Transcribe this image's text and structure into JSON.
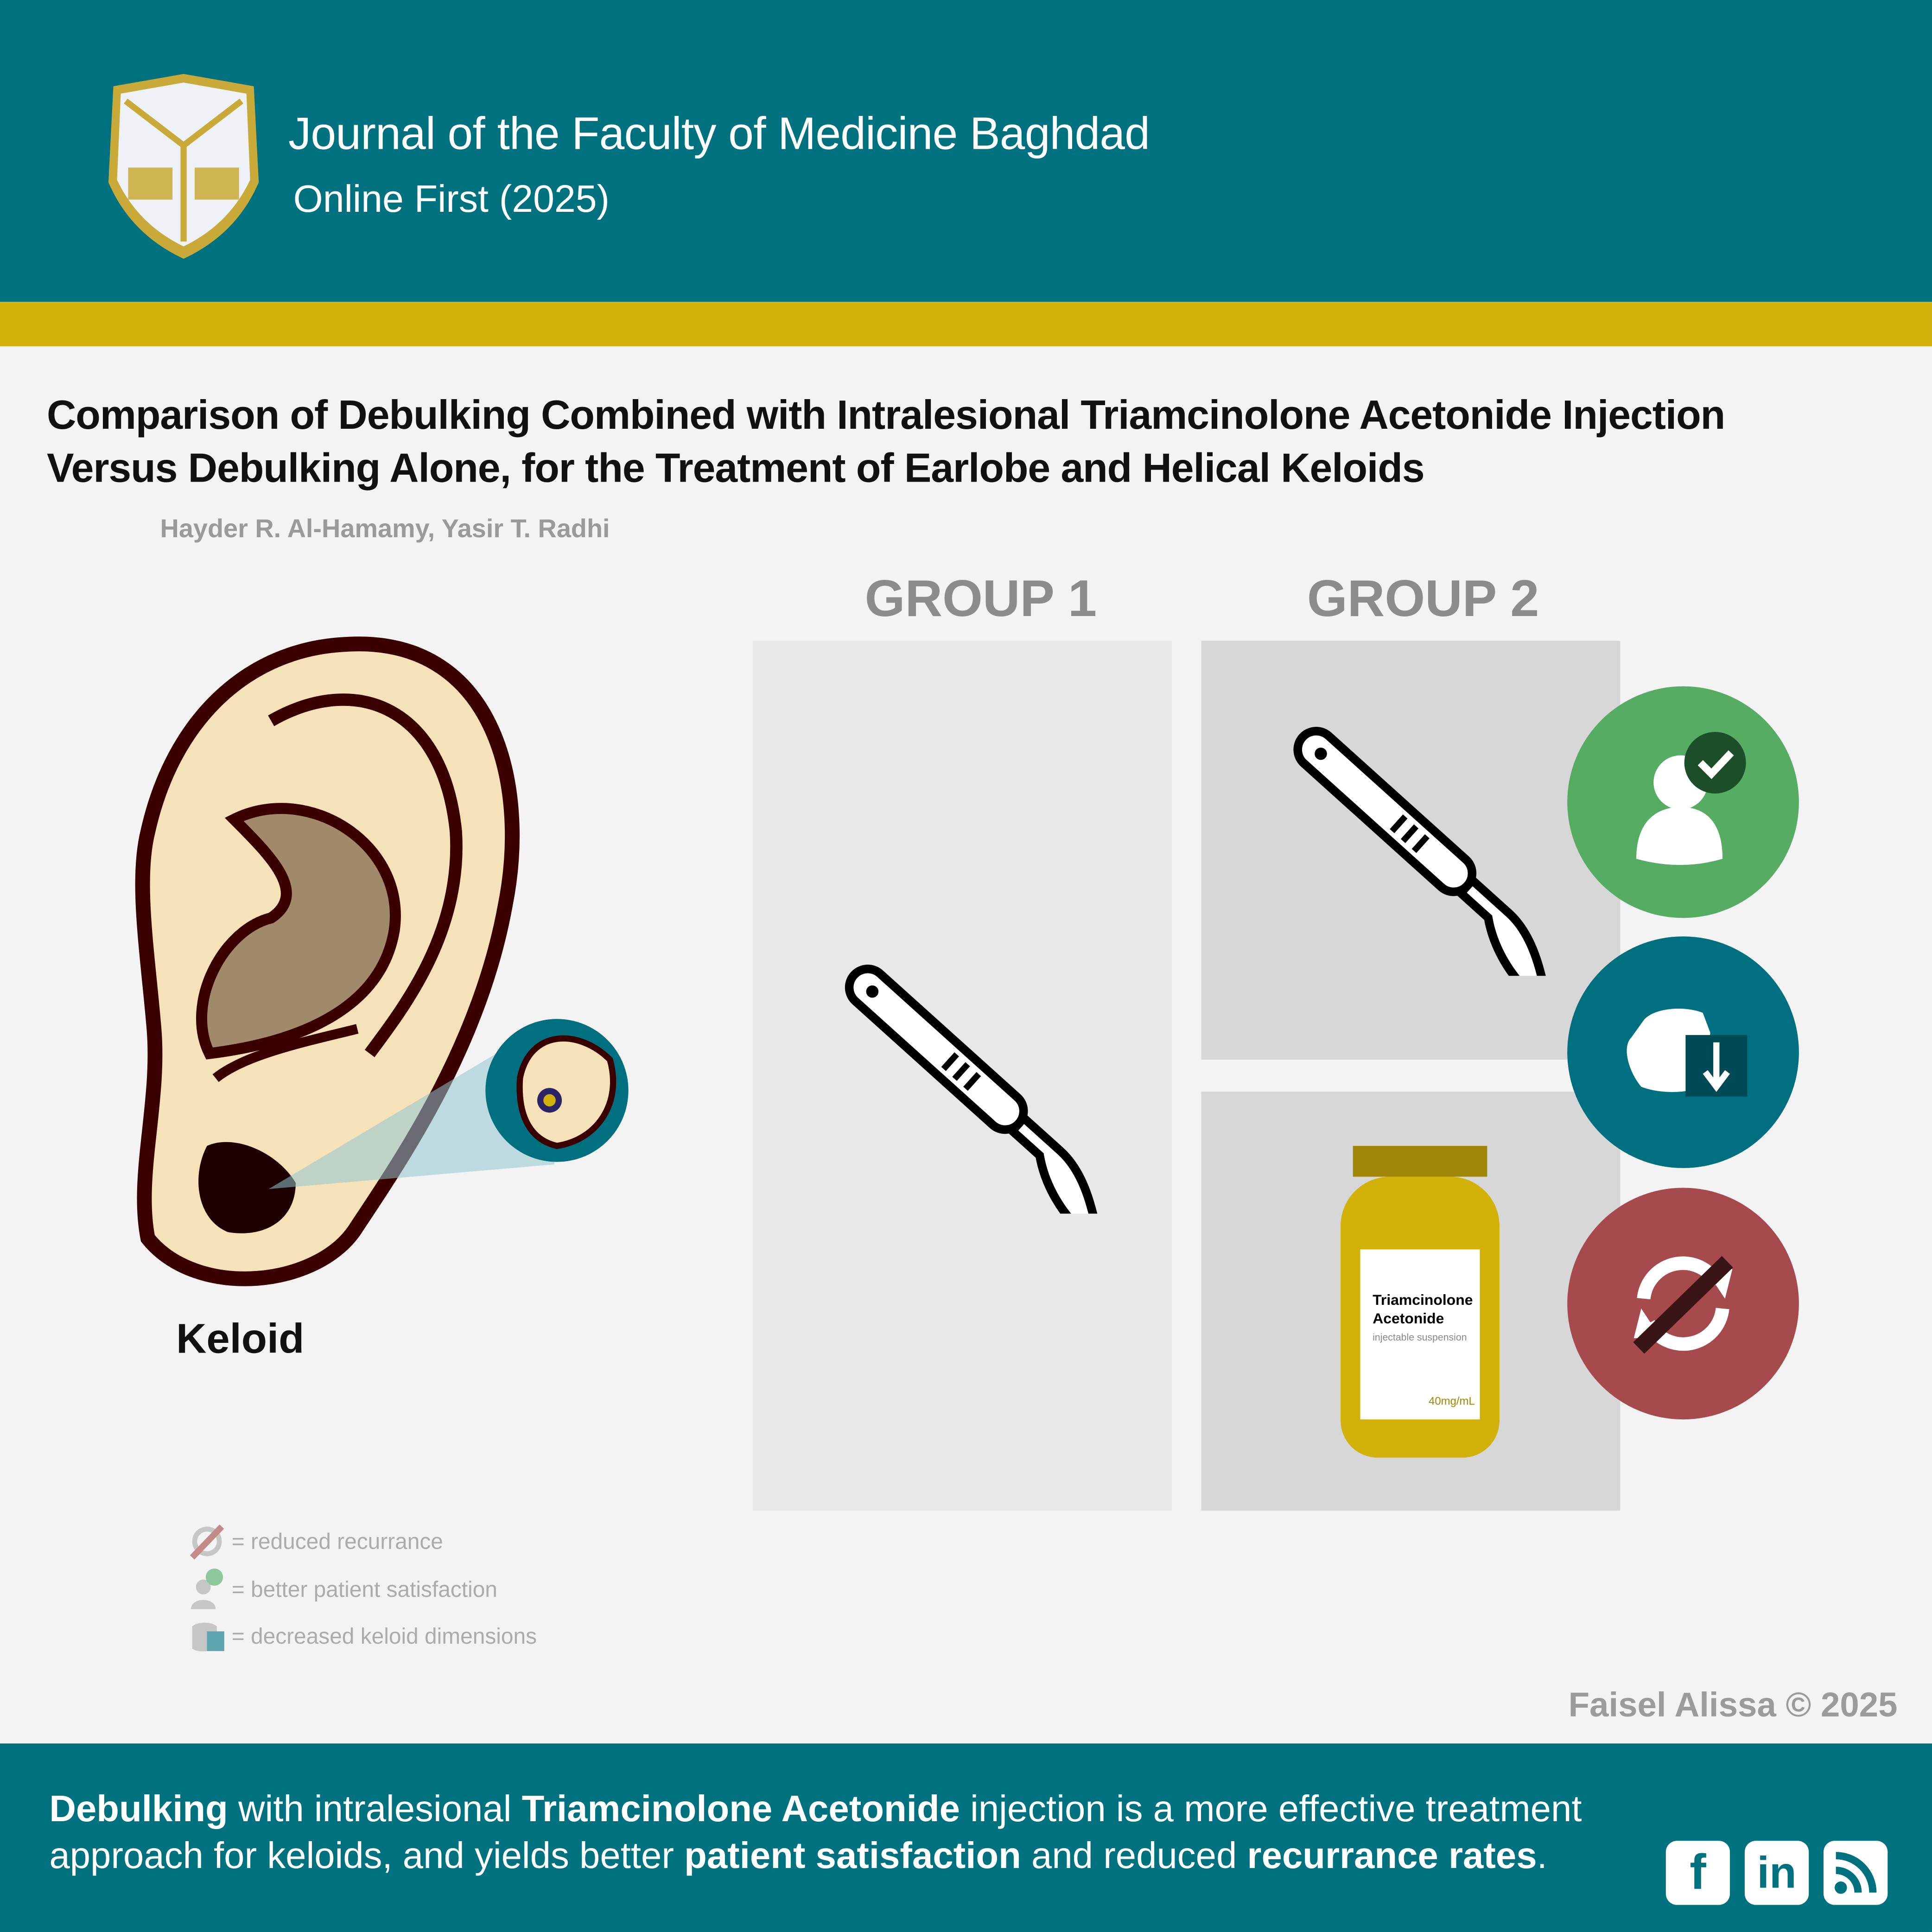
{
  "header": {
    "journal_title": "Journal of the Faculty of Medicine Baghdad",
    "subtitle": "Online First (2025)"
  },
  "article": {
    "title": "Comparison of Debulking Combined with Intralesional Triamcinolone Acetonide Injection Versus Debulking Alone, for the Treatment of Earlobe and Helical Keloids",
    "authors": "Hayder R. Al-Hamamy, Yasir T. Radhi"
  },
  "illustration": {
    "ear_label": "Keloid",
    "group1_label": "GROUP 1",
    "group2_label": "GROUP 2",
    "vial": {
      "name_line1": "Triamcinolone",
      "name_line2": "Acetonide",
      "form": "injectable suspension",
      "dose": "40mg/mL"
    }
  },
  "legend": [
    {
      "icon": "reduced-recurrence-icon",
      "text": "= reduced recurrance"
    },
    {
      "icon": "patient-satisfaction-icon",
      "text": "= better patient satisfaction"
    },
    {
      "icon": "decreased-dimensions-icon",
      "text": "= decreased keloid dimensions"
    }
  ],
  "credit": "Faisel Alissa © 2025",
  "footer": {
    "p1_bold": "Debulking",
    "p2": " with intralesional ",
    "p3_bold": "Triamcinolone Acetonide",
    "p4": " injection is a more effective treatment approach for keloids, and yields better ",
    "p5_bold": "patient satisfaction",
    "p6": " and reduced ",
    "p7_bold": "recurrance rates",
    "p8": "."
  },
  "social": [
    {
      "icon": "facebook-icon",
      "glyph": "f"
    },
    {
      "icon": "linkedin-icon",
      "glyph": "in"
    },
    {
      "icon": "rss-icon",
      "glyph": ""
    }
  ],
  "colors": {
    "teal": "#00717f",
    "gold": "#d3b10b",
    "green": "#55ac62",
    "red": "#a64a4e"
  }
}
